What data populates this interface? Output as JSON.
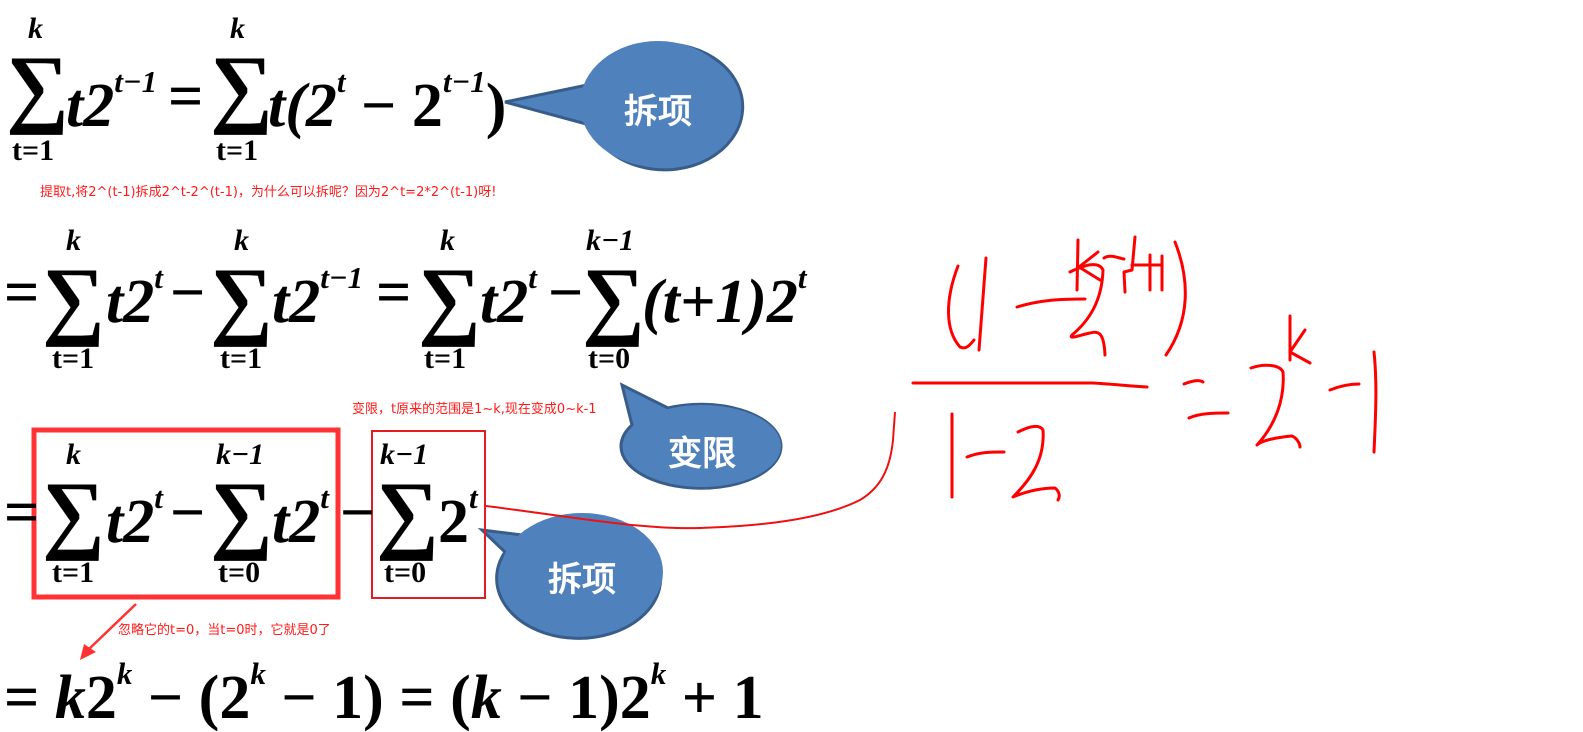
{
  "line1": {
    "sum1": {
      "upper": "k",
      "lower": "t=1",
      "term": "t2",
      "exp": "t−1"
    },
    "equals": "=",
    "sum2": {
      "upper": "k",
      "lower": "t=1",
      "term_pre": "t(2",
      "exp1": "t",
      "mid": " − 2",
      "exp2": "t−1",
      "close": ")"
    }
  },
  "note1": "提取t,将2^(t-1)拆成2^t-2^(t-1)，为什么可以拆呢？因为2^t=2*2^(t-1)呀!",
  "bubble1": {
    "label": "拆项",
    "color": "#4f81bd",
    "border": "#385d8a"
  },
  "line2": {
    "lead": "=",
    "sum1": {
      "upper": "k",
      "lower": "t=1",
      "term": "t2",
      "exp": "t"
    },
    "minus1": "−",
    "sum2": {
      "upper": "k",
      "lower": "t=1",
      "term": "t2",
      "exp": "t−1"
    },
    "equals": "=",
    "sum3": {
      "upper": "k",
      "lower": "t=1",
      "term": "t2",
      "exp": "t"
    },
    "minus2": "−",
    "sum4": {
      "upper": "k−1",
      "lower": "t=0",
      "term": "(t+1)2",
      "exp": "t"
    }
  },
  "note2": "变限，t原来的范围是1~k,现在变成0~k-1",
  "bubble2": {
    "label": "变限"
  },
  "line3": {
    "lead": "=",
    "sum1": {
      "upper": "k",
      "lower": "t=1",
      "term": "t2",
      "exp": "t"
    },
    "minus1": "−",
    "sum2": {
      "upper": "k−1",
      "lower": "t=0",
      "term": "t2",
      "exp": "t"
    },
    "minus2": "−",
    "sum3": {
      "upper": "k−1",
      "lower": "t=0",
      "term": "2",
      "exp": "t"
    }
  },
  "bubble3": {
    "label": "拆项"
  },
  "note3": "忽略它的t=0，当t=0时，它就是0了",
  "line4": {
    "lead": "= ",
    "k": "k",
    "two": "2",
    "exp1": "k",
    "mid": " − (2",
    "exp2": "k",
    "mid2": " − 1) = (",
    "k2": "k",
    "mid3": " − 1)2",
    "exp3": "k",
    "tail": " + 1"
  },
  "handwriting": {
    "numerator": "(1−2^(k−1+1))",
    "denominator": "1−2",
    "result": "= 2^k − 1",
    "color": "#ff0000"
  },
  "annotation_color": "#ff3333"
}
